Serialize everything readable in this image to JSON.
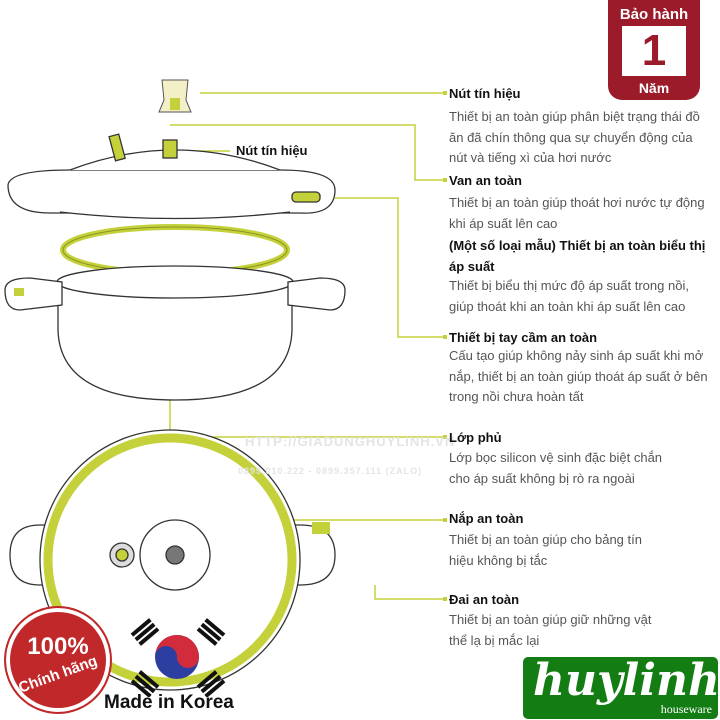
{
  "warranty": {
    "top": "Bảo hành",
    "number": "1",
    "bottom": "Năm"
  },
  "pot_label": "Nút tín hiệu",
  "features": [
    {
      "title": "Nút tín hiệu",
      "lines": [
        "Thiết bị an toàn giúp phân biệt trạng thái đồ",
        "ăn đã chín thông qua sự chuyển động của",
        "nút và tiếng xì của hơi nước"
      ]
    },
    {
      "title": "Van an toàn",
      "lines": [
        "Thiết bị an toàn giúp thoát hơi nước tự động",
        "khi áp suất lên cao"
      ],
      "subtitle_lines": [
        "(Một số loại mẫu) Thiết bị an toàn biểu thị",
        "áp suất"
      ],
      "sub_lines": [
        "Thiết bị biểu thị mức độ áp suất trong nồi,",
        "giúp thoát khi an toàn khi áp suất lên cao"
      ]
    },
    {
      "title": "Thiết bị tay cầm an toàn",
      "lines": [
        "Cấu tạo giúp không nảy sinh áp suất khi mở",
        "nắp, thiết bị an toàn giúp thoát áp suất ở bên",
        "trong nồi chưa hoàn tất"
      ]
    },
    {
      "title": "Lớp phủ",
      "lines": [
        "Lớp bọc silicon vệ sinh đặc biệt chắn",
        "cho áp suất không bị rò ra ngoài"
      ]
    },
    {
      "title": "Nắp an toàn",
      "lines": [
        "Thiết bị an toàn giúp cho bảng tín",
        "hiệu không bị tắc"
      ]
    },
    {
      "title": "Đai an toàn",
      "lines": [
        "Thiết bị an toàn giúp giữ những vật",
        "thể lạ bị mắc lại"
      ]
    }
  ],
  "watermark": {
    "url": "HTTP://GIADUNGHUYLINH.VN",
    "phones": "0899.010.222 - 0899.357.111 (ZALO)"
  },
  "badge": {
    "percent": "100%",
    "text": "Chính hãng"
  },
  "origin": "Made in Korea",
  "brand": {
    "name": "huylinh",
    "tagline": "houseware"
  },
  "colors": {
    "accent": "#c5d13a",
    "warranty": "#9b1b2a",
    "brand": "#137d13",
    "badge": "#c0282a"
  }
}
